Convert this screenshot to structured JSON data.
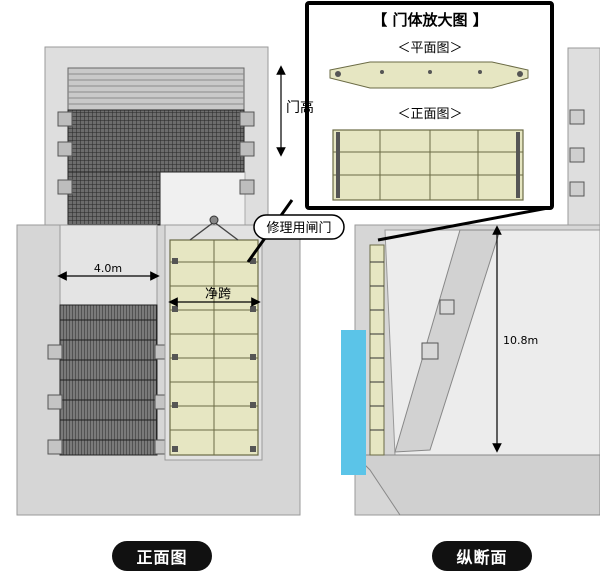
{
  "inset": {
    "title": "【 门体放大图 】",
    "plan_label": "＜平面图＞",
    "front_label": "＜正面图＞"
  },
  "labels": {
    "gate_height": "门高",
    "width": "4.0m",
    "clear_span": "净跨",
    "repair_gate": "修理用闸门",
    "depth": "10.8m"
  },
  "buttons": {
    "front_view": "正面图",
    "section_view": "纵断面"
  },
  "colors": {
    "gate_fill": "#e6e6c2",
    "gate_stroke": "#6b6b45",
    "structure": "#d9d9d9",
    "screen": "#3a3a3a",
    "water": "#5bc4e8"
  }
}
